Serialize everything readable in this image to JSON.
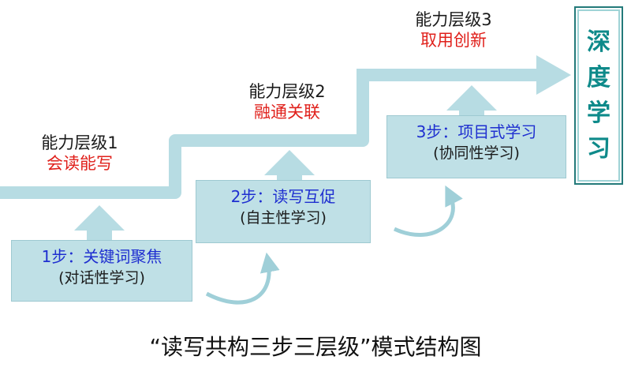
{
  "levels": [
    {
      "name": "能力层级1",
      "goal": "会读能写"
    },
    {
      "name": "能力层级2",
      "goal": "融通关联"
    },
    {
      "name": "能力层级3",
      "goal": "取用创新"
    }
  ],
  "steps": [
    {
      "title": "1步：关键词聚焦",
      "subtitle": "(对话性学习)"
    },
    {
      "title": "2步：读写互促",
      "subtitle": "(自主性学习)"
    },
    {
      "title": "3步：项目式学习",
      "subtitle": "(协同性学习)"
    }
  ],
  "deep_learning": {
    "chars": [
      "深",
      "度",
      "学",
      "习"
    ]
  },
  "caption": "“读写共构三步三层级”模式结构图",
  "colors": {
    "staircase": "#b7dce3",
    "step_box_fill": "#bfe0e6",
    "step_title": "#1f2fd0",
    "level_goal": "#e0201b",
    "deep_text": "#0e8a8a",
    "deep_border": "#237a7a"
  }
}
